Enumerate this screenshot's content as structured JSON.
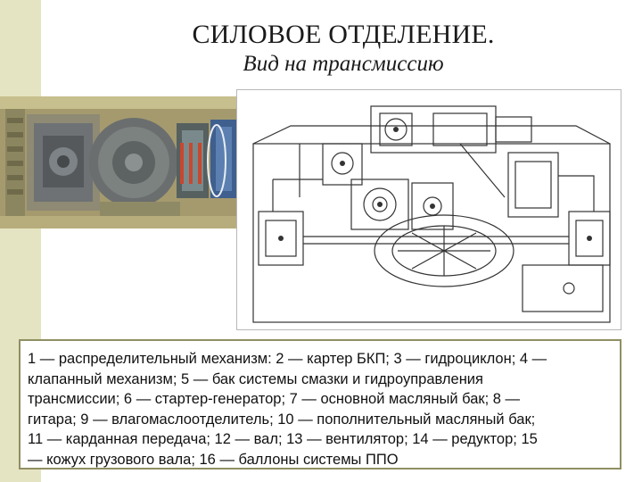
{
  "slide": {
    "title": "СИЛОВОЕ ОТДЕЛЕНИЕ.",
    "subtitle": "Вид на трансмиссию",
    "caption_lines": [
      "1 — распределительный механизм: 2 — картер БКП;  3 — гидроциклон;  4 —",
      "клапанный механизм;   5 — бак системы смазки и гидроуправления",
      "трансмиссии;  6 — стартер-генератор;  7 — основной масляный бак; 8 —",
      "гитара; 9 — влагомаслоотделитель;    10 — пополнительный   масляный бак;",
      "11 — карданная  передача; 12 — вал;  13 — вентилятор;  14 — редуктор; 15",
      "— кожух грузового вала; 16 — баллоны системы ППО"
    ]
  }
}
